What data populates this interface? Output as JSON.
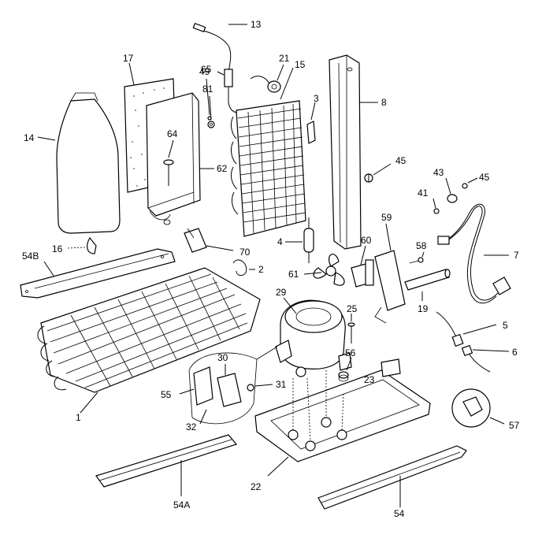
{
  "diagram": {
    "callouts": [
      {
        "id": "13",
        "text": "13"
      },
      {
        "id": "17",
        "text": "17"
      },
      {
        "id": "49",
        "text": "49"
      },
      {
        "id": "65",
        "text": "65"
      },
      {
        "id": "21",
        "text": "21"
      },
      {
        "id": "15",
        "text": "15"
      },
      {
        "id": "81",
        "text": "81"
      },
      {
        "id": "3",
        "text": "3"
      },
      {
        "id": "8",
        "text": "8"
      },
      {
        "id": "14",
        "text": "14"
      },
      {
        "id": "64",
        "text": "64"
      },
      {
        "id": "62",
        "text": "62"
      },
      {
        "id": "45a",
        "text": "45"
      },
      {
        "id": "43",
        "text": "43"
      },
      {
        "id": "45b",
        "text": "45"
      },
      {
        "id": "41",
        "text": "41"
      },
      {
        "id": "16",
        "text": "16"
      },
      {
        "id": "70",
        "text": "70"
      },
      {
        "id": "4",
        "text": "4"
      },
      {
        "id": "59",
        "text": "59"
      },
      {
        "id": "58",
        "text": "58"
      },
      {
        "id": "7",
        "text": "7"
      },
      {
        "id": "54B",
        "text": "54B"
      },
      {
        "id": "2",
        "text": "2"
      },
      {
        "id": "60",
        "text": "60"
      },
      {
        "id": "61",
        "text": "61"
      },
      {
        "id": "29",
        "text": "29"
      },
      {
        "id": "19",
        "text": "19"
      },
      {
        "id": "25",
        "text": "25"
      },
      {
        "id": "5",
        "text": "5"
      },
      {
        "id": "6",
        "text": "6"
      },
      {
        "id": "56",
        "text": "56"
      },
      {
        "id": "30",
        "text": "30"
      },
      {
        "id": "23",
        "text": "23"
      },
      {
        "id": "31",
        "text": "31"
      },
      {
        "id": "55",
        "text": "55"
      },
      {
        "id": "1",
        "text": "1"
      },
      {
        "id": "57",
        "text": "57"
      },
      {
        "id": "32",
        "text": "32"
      },
      {
        "id": "22",
        "text": "22"
      },
      {
        "id": "54A",
        "text": "54A"
      },
      {
        "id": "54",
        "text": "54"
      }
    ]
  }
}
